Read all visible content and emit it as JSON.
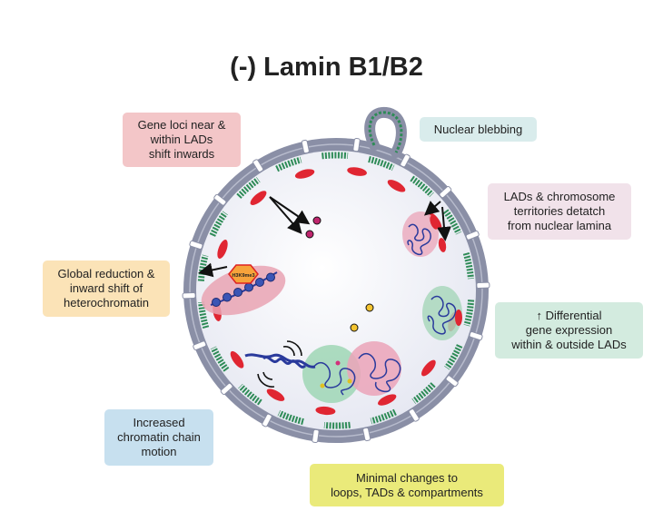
{
  "title": "(-) Lamin B1/B2",
  "labels": {
    "gene_loci": {
      "text": "Gene loci near &\nwithin LADs\nshift inwards",
      "color": "#f3c6c8"
    },
    "blebbing": {
      "text": "Nuclear blebbing",
      "color": "#d9ecec"
    },
    "lads_detach": {
      "text": "LADs & chromosome\nterritories detatch\nfrom nuclear lamina",
      "color": "#f1e2ea"
    },
    "heterochromatin": {
      "text": "Global reduction &\ninward shift of\nheterochromatin",
      "color": "#fbe3b7"
    },
    "diff_expression": {
      "text": "↑ Differential\ngene expression\nwithin & outside LADs",
      "color": "#d3ebdf"
    },
    "chain_motion": {
      "text": "Increased\nchromatin chain\nmotion",
      "color": "#c7e0ef"
    },
    "minimal_changes": {
      "text": "Minimal changes to\nloops, TADs & compartments",
      "color": "#eaea7a"
    }
  },
  "hexagon_label": "H3K9me3",
  "colors": {
    "envelope": "#8a8fa6",
    "lamina": "#2e8b57",
    "heterochromatin": "#e02632",
    "nucleoplasm": "#eef0f6",
    "chromatin": "#2a3a9c"
  }
}
